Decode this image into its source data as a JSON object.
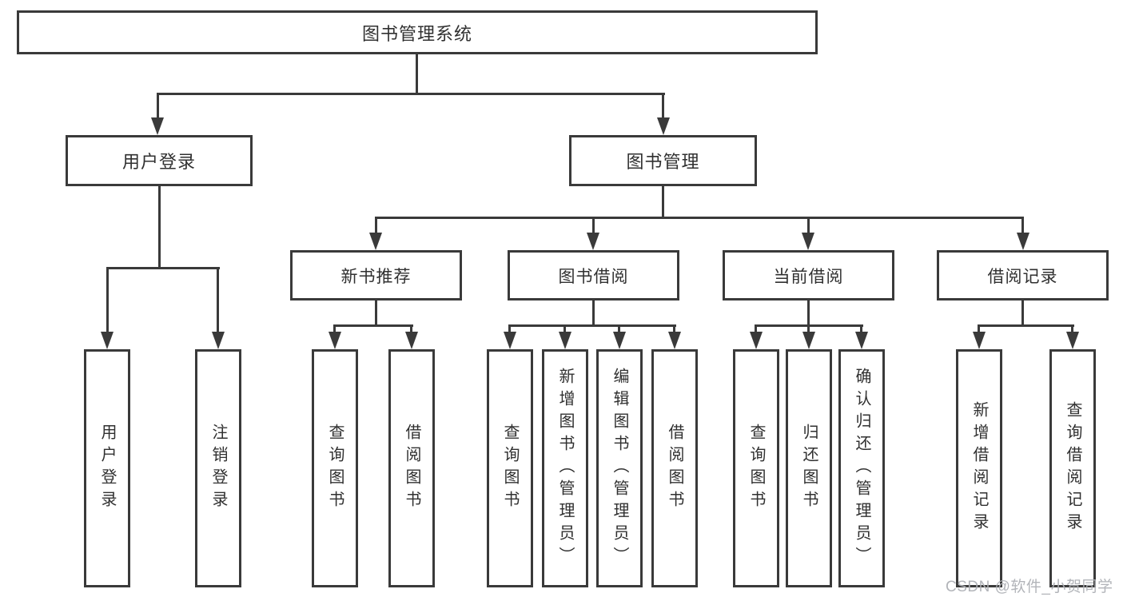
{
  "diagram": {
    "type": "tree",
    "title": "图书管理系统",
    "colors": {
      "line": "#3a3a3a",
      "box_border": "#3a3a3a",
      "text": "#303030",
      "background": "#ffffff",
      "watermark": "#aeb1b6"
    },
    "root": {
      "label": "图书管理系统"
    },
    "level2": [
      {
        "label": "用户登录",
        "children": [
          "用户登录",
          "注销登录"
        ]
      },
      {
        "label": "图书管理",
        "children": [
          "新书推荐",
          "图书借阅",
          "当前借阅",
          "借阅记录"
        ]
      }
    ],
    "level3": [
      {
        "label": "新书推荐",
        "children": [
          "查询图书",
          "借阅图书"
        ]
      },
      {
        "label": "图书借阅",
        "children": [
          "查询图书",
          "新增图书（管理员）",
          "编辑图书（管理员）",
          "借阅图书"
        ]
      },
      {
        "label": "当前借阅",
        "children": [
          "查询图书",
          "归还图书",
          "确认归还（管理员）"
        ]
      },
      {
        "label": "借阅记录",
        "children": [
          "新增借阅记录",
          "查询借阅记录"
        ]
      }
    ],
    "leaves": [
      "用户登录",
      "注销登录",
      "查询图书",
      "借阅图书",
      "查询图书",
      "新增图书（管理员）",
      "编辑图书（管理员）",
      "借阅图书",
      "查询图书",
      "归还图书",
      "确认归还（管理员）",
      "新增借阅记录",
      "查询借阅记录"
    ]
  },
  "watermark": {
    "text": "CSDN @软件_小贺同学"
  }
}
